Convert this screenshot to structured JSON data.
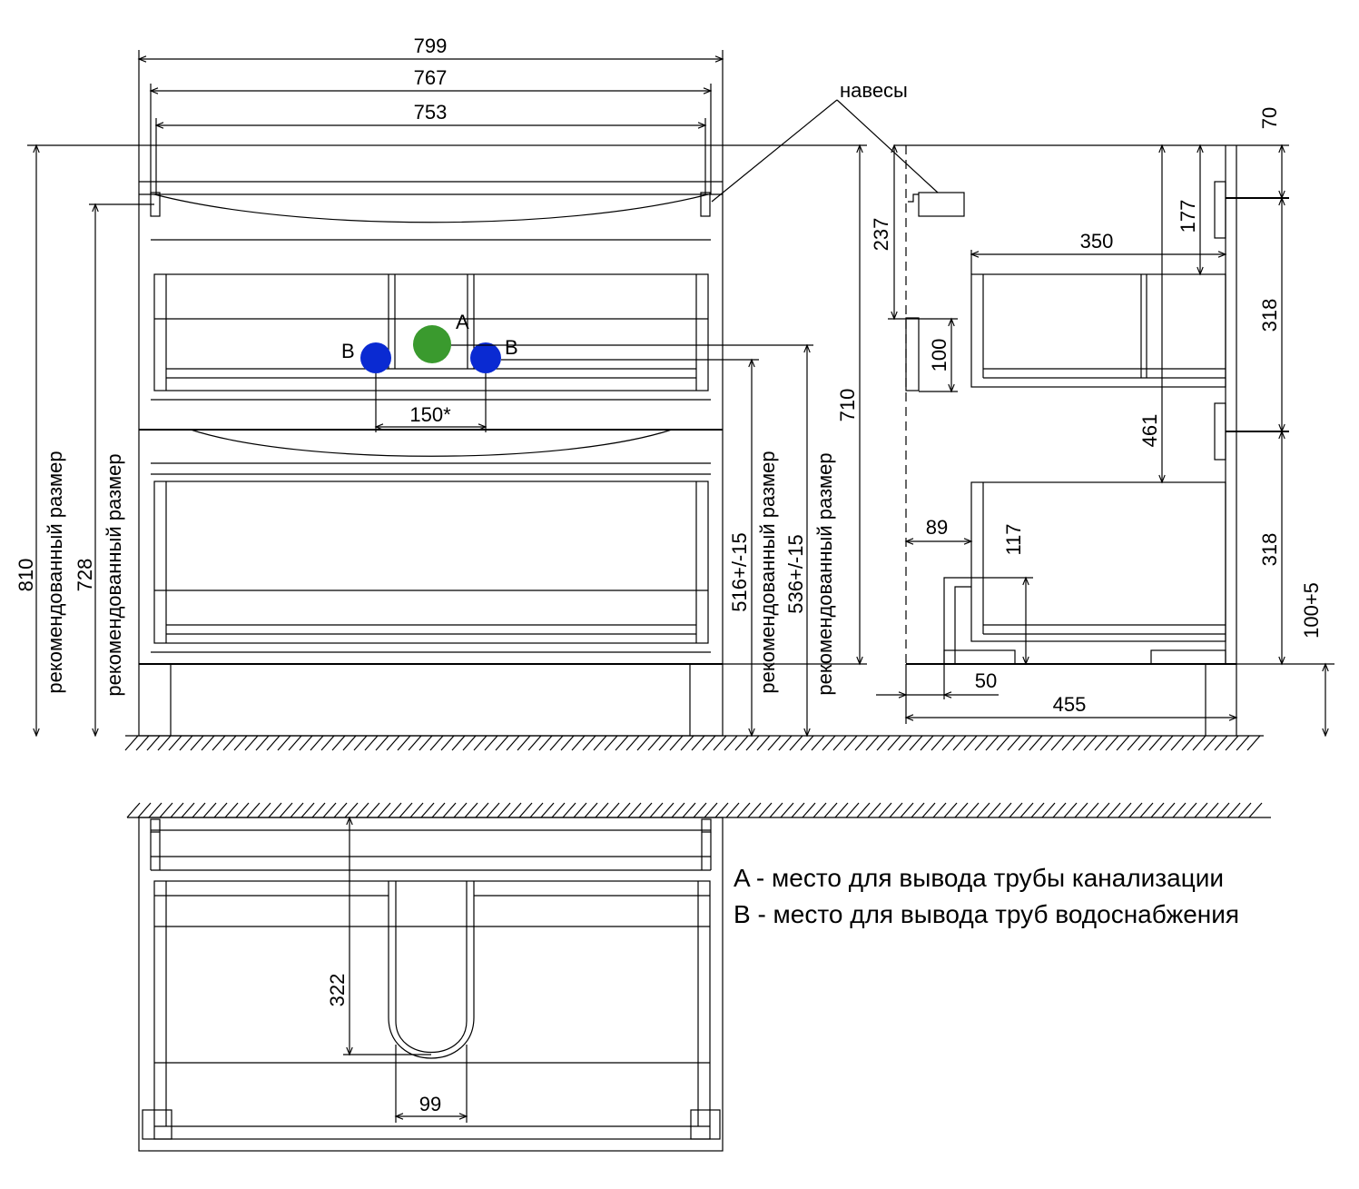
{
  "colors": {
    "drain_point": "#3a9a2e",
    "water_point": "#0a2ad2",
    "line": "#000000"
  },
  "labels": {
    "hinges": "навесы",
    "point_a": "A",
    "point_b": "B",
    "recommended_size": "рекомендованный размер"
  },
  "dimensions": {
    "w799": "799",
    "w767": "767",
    "w753": "753",
    "h810": "810",
    "h728": "728",
    "h710": "710",
    "h516": "516+/-15",
    "h536": "536+/-15",
    "s150": "150*",
    "d237": "237",
    "d100": "100",
    "d350": "350",
    "d177": "177",
    "d70": "70",
    "d318a": "318",
    "d318b": "318",
    "d461": "461",
    "d89": "89",
    "d117": "117",
    "d50": "50",
    "d455": "455",
    "d100p5": "100+5",
    "d322": "322",
    "d99": "99"
  },
  "legend": {
    "a": "A - место для вывода трубы канализации",
    "b": "B - место для вывода труб водоснабжения"
  }
}
